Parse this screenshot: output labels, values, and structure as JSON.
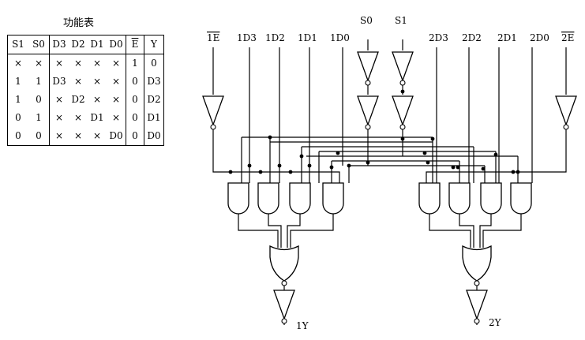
{
  "table": {
    "title": "功能表",
    "headers": [
      "S1",
      "S0",
      "D3",
      "D2",
      "D1",
      "D0",
      "E",
      "Y"
    ],
    "rows": [
      [
        "×",
        "×",
        "×",
        "×",
        "×",
        "×",
        "1",
        "0"
      ],
      [
        "1",
        "1",
        "D3",
        "×",
        "×",
        "×",
        "0",
        "D3"
      ],
      [
        "1",
        "0",
        "×",
        "D2",
        "×",
        "×",
        "0",
        "D2"
      ],
      [
        "0",
        "1",
        "×",
        "×",
        "D1",
        "×",
        "0",
        "D1"
      ],
      [
        "0",
        "0",
        "×",
        "×",
        "×",
        "D0",
        "0",
        "D0"
      ]
    ]
  },
  "circuit": {
    "inputs": {
      "e1": "1E",
      "d13": "1D3",
      "d12": "1D2",
      "d11": "1D1",
      "d10": "1D0",
      "s0": "S0",
      "s1": "S1",
      "d23": "2D3",
      "d22": "2D2",
      "d21": "2D1",
      "d20": "2D0",
      "e2": "2E"
    },
    "outputs": {
      "y1": "1Y",
      "y2": "2Y"
    }
  }
}
